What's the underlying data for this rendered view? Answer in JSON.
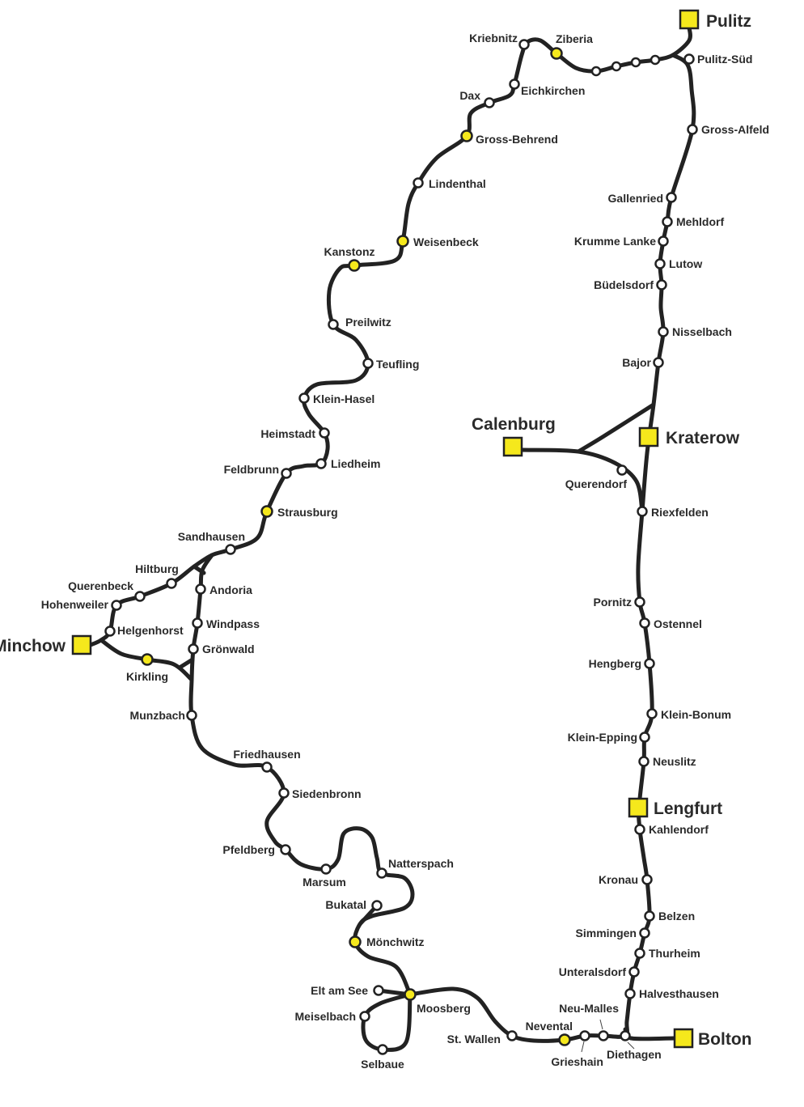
{
  "colors": {
    "track": "#222222",
    "major": "#f5e81c",
    "minor": "#ffffff"
  },
  "terminals": [
    {
      "name": "Pulitz"
    },
    {
      "name": "Calenburg"
    },
    {
      "name": "Kraterow"
    },
    {
      "name": "Minchow"
    },
    {
      "name": "Lengfurt"
    },
    {
      "name": "Bolton"
    }
  ],
  "stations": [
    {
      "name": "Kriebnitz",
      "major": false
    },
    {
      "name": "Ziberia",
      "major": true
    },
    {
      "name": "Pulitz-Süd",
      "major": false
    },
    {
      "name": "Gross-Alfeld",
      "major": false
    },
    {
      "name": "Gallenried",
      "major": false
    },
    {
      "name": "Mehldorf",
      "major": false
    },
    {
      "name": "Krumme Lanke",
      "major": false
    },
    {
      "name": "Lutow",
      "major": false
    },
    {
      "name": "Büdelsdorf",
      "major": false
    },
    {
      "name": "Nisselbach",
      "major": false
    },
    {
      "name": "Bajor",
      "major": false
    },
    {
      "name": "Querendorf",
      "major": false
    },
    {
      "name": "Riexfelden",
      "major": false
    },
    {
      "name": "Pornitz",
      "major": false
    },
    {
      "name": "Ostennel",
      "major": false
    },
    {
      "name": "Hengberg",
      "major": false
    },
    {
      "name": "Klein-Bonum",
      "major": false
    },
    {
      "name": "Klein-Epping",
      "major": false
    },
    {
      "name": "Neuslitz",
      "major": false
    },
    {
      "name": "Kahlendorf",
      "major": false
    },
    {
      "name": "Kronau",
      "major": false
    },
    {
      "name": "Belzen",
      "major": false
    },
    {
      "name": "Simmingen",
      "major": false
    },
    {
      "name": "Thurheim",
      "major": false
    },
    {
      "name": "Unteralsdorf",
      "major": false
    },
    {
      "name": "Halvesthausen",
      "major": false
    },
    {
      "name": "Diethagen",
      "major": false
    },
    {
      "name": "Neu-Malles",
      "major": false
    },
    {
      "name": "Grieshain",
      "major": false
    },
    {
      "name": "Nevental",
      "major": true
    },
    {
      "name": "St. Wallen",
      "major": false
    },
    {
      "name": "Moosberg",
      "major": true
    },
    {
      "name": "Elt am See",
      "major": false
    },
    {
      "name": "Meiselbach",
      "major": false
    },
    {
      "name": "Selbaue",
      "major": false
    },
    {
      "name": "Mönchwitz",
      "major": true
    },
    {
      "name": "Bukatal",
      "major": false
    },
    {
      "name": "Natterspach",
      "major": false
    },
    {
      "name": "Marsum",
      "major": false
    },
    {
      "name": "Pfeldberg",
      "major": false
    },
    {
      "name": "Siedenbronn",
      "major": false
    },
    {
      "name": "Friedhausen",
      "major": false
    },
    {
      "name": "Munzbach",
      "major": false
    },
    {
      "name": "Kirkling",
      "major": true
    },
    {
      "name": "Grönwald",
      "major": false
    },
    {
      "name": "Windpass",
      "major": false
    },
    {
      "name": "Andoria",
      "major": false
    },
    {
      "name": "Helgenhorst",
      "major": false
    },
    {
      "name": "Hohenweiler",
      "major": false
    },
    {
      "name": "Querenbeck",
      "major": false
    },
    {
      "name": "Hiltburg",
      "major": false
    },
    {
      "name": "Sandhausen",
      "major": false
    },
    {
      "name": "Strausburg",
      "major": true
    },
    {
      "name": "Feldbrunn",
      "major": false
    },
    {
      "name": "Liedheim",
      "major": false
    },
    {
      "name": "Heimstadt",
      "major": false
    },
    {
      "name": "Klein-Hasel",
      "major": false
    },
    {
      "name": "Teufling",
      "major": false
    },
    {
      "name": "Preilwitz",
      "major": false
    },
    {
      "name": "Kanstonz",
      "major": true
    },
    {
      "name": "Weisenbeck",
      "major": true
    },
    {
      "name": "Lindenthal",
      "major": false
    },
    {
      "name": "Gross-Behrend",
      "major": true
    },
    {
      "name": "Dax",
      "major": false
    },
    {
      "name": "Eichkirchen",
      "major": false
    }
  ],
  "unnamed_stops": 4
}
